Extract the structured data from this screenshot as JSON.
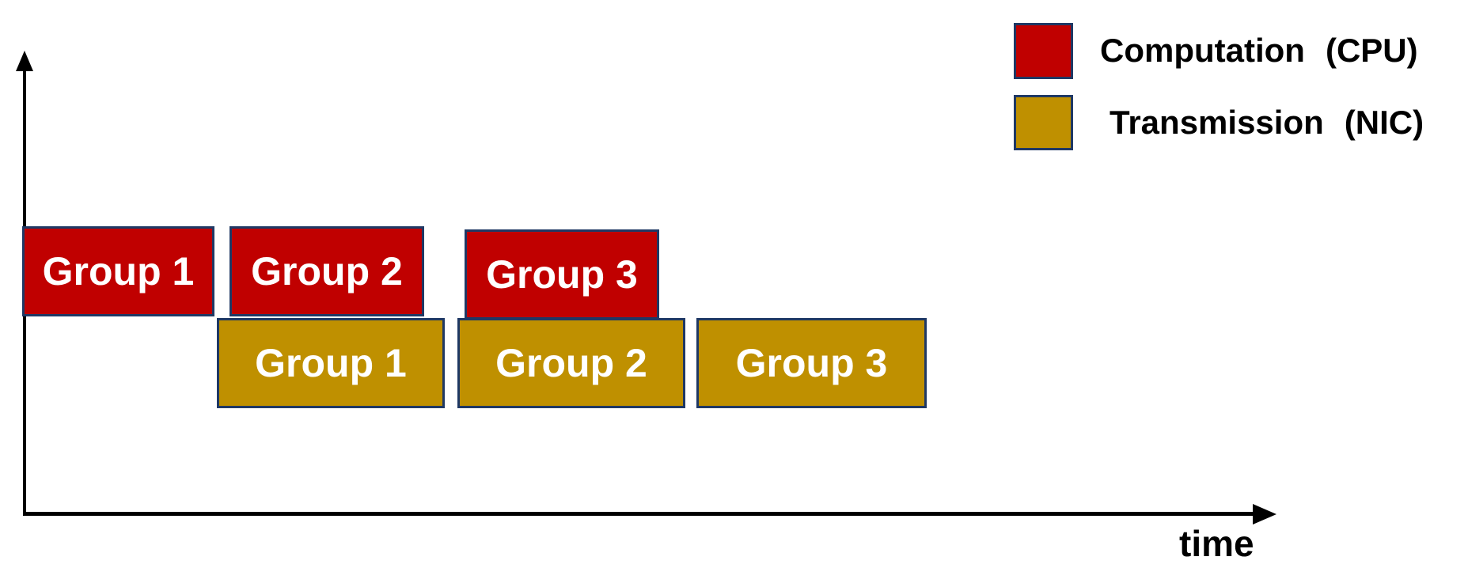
{
  "diagram": {
    "type": "pipeline-timeline",
    "x_axis_label": "time",
    "legend": [
      {
        "label": "Computation",
        "qualifier": "(CPU)",
        "color": "#c00000"
      },
      {
        "label": "Transmission",
        "qualifier": "(NIC)",
        "color": "#bf9000"
      }
    ],
    "rows": [
      {
        "name": "computation",
        "resource": "CPU",
        "color": "#c00000",
        "boxes": [
          "Group 1",
          "Group 2",
          "Group 3"
        ]
      },
      {
        "name": "transmission",
        "resource": "NIC",
        "color": "#bf9000",
        "boxes": [
          "Group 1",
          "Group 2",
          "Group 3"
        ]
      }
    ],
    "colors": {
      "box_border": "#1f3864",
      "axis": "#000000",
      "box_text": "#ffffff",
      "legend_text": "#000000",
      "background": "#ffffff"
    }
  }
}
